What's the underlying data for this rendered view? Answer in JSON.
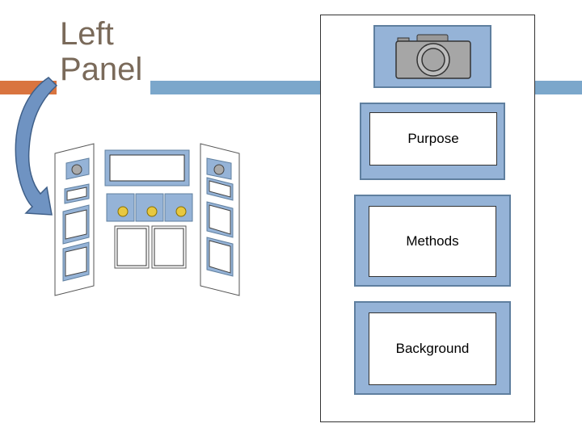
{
  "slide": {
    "title_line1": "Left",
    "title_line2": "Panel"
  },
  "panel": {
    "sections": [
      {
        "label": "Purpose"
      },
      {
        "label": "Methods"
      },
      {
        "label": "Background"
      }
    ]
  },
  "colors": {
    "frame_fill": "#95b3d7",
    "accent_blue": "#7ba7cb",
    "accent_orange": "#d9743f",
    "title_text": "#7a6a5a"
  },
  "icons": {
    "panel_header": "camera-icon",
    "curved_arrow": "curved-arrow-icon"
  }
}
